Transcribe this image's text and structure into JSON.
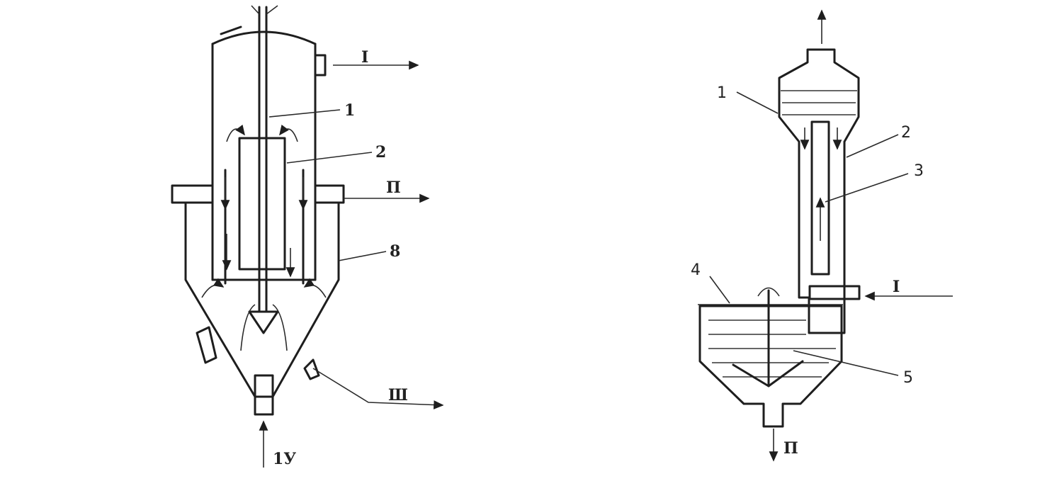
{
  "left_figure": {
    "labels": {
      "part1": "1",
      "part2": "2",
      "part3": "8",
      "stream1": "I",
      "stream2": "П",
      "stream3": "Ш",
      "stream4": "1У"
    }
  },
  "right_figure": {
    "labels": {
      "part1": "1",
      "part2": "2",
      "part3": "3",
      "part4": "4",
      "part5": "5",
      "stream1": "I",
      "stream2": "П"
    }
  },
  "colors": {
    "ink": "#1e1e1e",
    "paper": "#ffffff"
  }
}
